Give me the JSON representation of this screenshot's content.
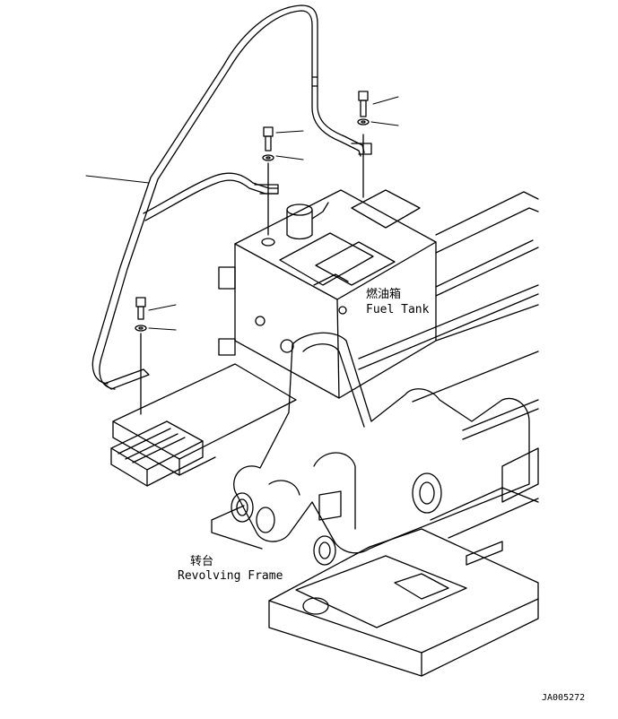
{
  "labels": {
    "fuel_tank_cn": "燃油箱",
    "fuel_tank_en": "Fuel Tank",
    "frame_cn": "转台",
    "frame_en": "Revolving Frame",
    "drawing_no": "JA005272"
  },
  "colors": {
    "line": "#000000",
    "background": "#ffffff"
  }
}
